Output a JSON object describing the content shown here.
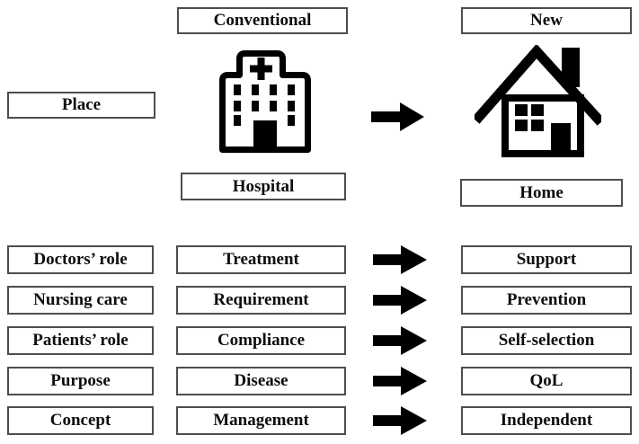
{
  "colors": {
    "background": "#ffffff",
    "box_border": "#4d4d4d",
    "text": "#0d0d0d",
    "arrow": "#000000",
    "icon": "#000000"
  },
  "columns": {
    "conventional_header": "Conventional",
    "new_header": "New"
  },
  "place_row": {
    "label": "Place",
    "conventional_value": "Hospital",
    "new_value": "Home",
    "conventional_icon": "hospital-building",
    "new_icon": "house"
  },
  "rows": [
    {
      "label": "Doctors’ role",
      "conventional_value": "Treatment",
      "new_value": "Support"
    },
    {
      "label": "Nursing care",
      "conventional_value": "Requirement",
      "new_value": "Prevention"
    },
    {
      "label": "Patients’ role",
      "conventional_value": "Compliance",
      "new_value": "Self-selection"
    },
    {
      "label": "Purpose",
      "conventional_value": "Disease",
      "new_value": "QoL"
    },
    {
      "label": "Concept",
      "conventional_value": "Management",
      "new_value": "Independent"
    }
  ]
}
